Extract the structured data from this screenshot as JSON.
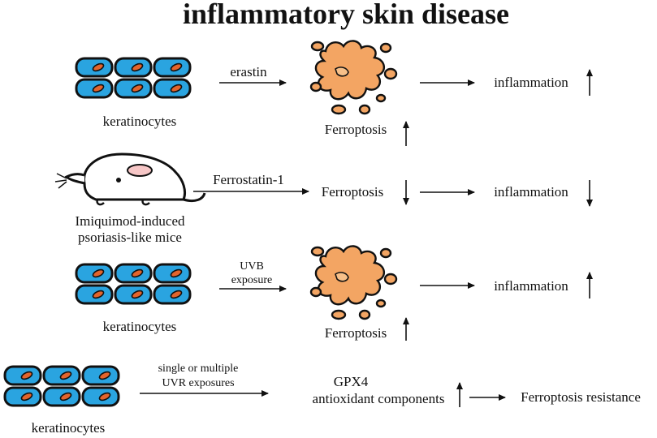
{
  "title": "inflammatory skin disease",
  "rows": [
    {
      "source_label": "keratinocytes",
      "treatment": "erastin",
      "ferroptosis_label": "Ferroptosis",
      "ferroptosis_direction": "up",
      "outcome_label": "inflammation",
      "outcome_direction": "up"
    },
    {
      "source_label_line1": "Imiquimod-induced",
      "source_label_line2": "psoriasis-like mice",
      "treatment": "Ferrostatin-1",
      "ferroptosis_label": "Ferroptosis",
      "ferroptosis_direction": "down",
      "outcome_label": "inflammation",
      "outcome_direction": "down"
    },
    {
      "source_label": "keratinocytes",
      "treatment_line1": "UVB",
      "treatment_line2": "exposure",
      "ferroptosis_label": "Ferroptosis",
      "ferroptosis_direction": "up",
      "outcome_label": "inflammation",
      "outcome_direction": "up"
    },
    {
      "source_label": "keratinocytes",
      "treatment_line1": "single or multiple",
      "treatment_line2": "UVR exposures",
      "target_line1": "GPX4",
      "target_line2": "antioxidant components",
      "target_direction": "up",
      "outcome_label": "Ferroptosis resistance"
    }
  ],
  "icons": [
    "keratinocyte-cluster-icon",
    "mouse-icon",
    "ferroptotic-cell-icon",
    "up-arrow-icon",
    "down-arrow-icon",
    "right-arrow-icon"
  ],
  "colors": {
    "cell": "#2aa4e0",
    "nucleus": "#e3642c",
    "ferroptotic_cell": "#f3a563",
    "ink": "#111111"
  }
}
